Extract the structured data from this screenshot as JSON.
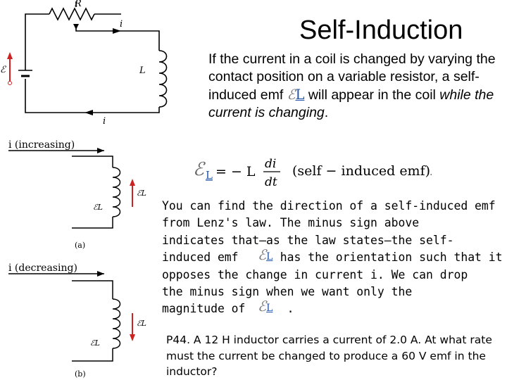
{
  "slide": {
    "title": "Self-Induction",
    "p1_a": "If the current in a coil is changed by varying the contact position on a variable resistor, a self-induced emf ",
    "p1_b": " will appear in the coil ",
    "p1_italic": "while the current is changing",
    "p1_end": ".",
    "equation_rhs": "(self − induced emf)",
    "p2_lines": [
      "You can find the direction of a self-induced emf",
      "from Lenz's law. The minus sign above",
      "indicates that—as the law states—the self-",
      "induced emf      has the orientation such that it",
      "opposes the change in current i. We can drop",
      "the minus sign when we want only the",
      "magnitude of      ."
    ],
    "problem": "P44. A 12 H inductor carries a current of 2.0 A. At what rate must the current be changed to produce a 60 V emf in the inductor?"
  },
  "circuit_top": {
    "resistor_label": "R",
    "current_label": "i",
    "inductor_label": "L",
    "emf_label": "ℰ"
  },
  "figure_a": {
    "label": "i (increasing)",
    "caption": "(a)",
    "emf_label": "ℰL"
  },
  "figure_b": {
    "label": "i (decreasing)",
    "caption": "(b)",
    "emf_label": "ℰL"
  },
  "symbols": {
    "emf": "ℰ",
    "sub": "L",
    "di": "di",
    "dt": "dt",
    "minus_L": "= − L"
  }
}
